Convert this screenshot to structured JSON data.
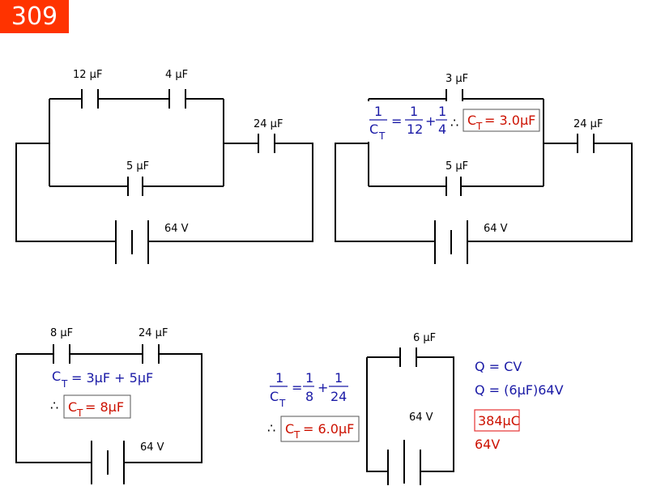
{
  "badge": "309",
  "diagram1": {
    "c1": "12 μF",
    "c2": "4 μF",
    "c3": "5 μF",
    "c4": "24 μF",
    "battery": "64 V"
  },
  "diagram2": {
    "c12": "3 μF",
    "c3": "5 μF",
    "c4": "24 μF",
    "battery": "64 V",
    "eq": {
      "lhs_num": "1",
      "lhs_den": "C",
      "lhs_sub": "T",
      "t1_num": "1",
      "t1_den": "12",
      "t2_num": "1",
      "t2_den": "4",
      "therefore": "∴",
      "result_main": "C",
      "result_sub": "T",
      "result_val": "= 3.0μF"
    }
  },
  "diagram3": {
    "c_a": "8 μF",
    "c_b": "24 μF",
    "battery": "64 V",
    "sum_main": "C",
    "sum_sub": "T",
    "sum_rest": "= 3μF + 5μF",
    "therefore": "∴",
    "result_main": "C",
    "result_sub": "T",
    "result_val": "= 8μF"
  },
  "diagram4": {
    "c": "6 μF",
    "battery": "64 V",
    "eq": {
      "lhs_num": "1",
      "lhs_den": "C",
      "lhs_sub": "T",
      "t1_num": "1",
      "t1_den": "8",
      "t2_num": "1",
      "t2_den": "24",
      "therefore": "∴",
      "result_main": "C",
      "result_sub": "T",
      "result_val": "= 6.0μF"
    },
    "charge": {
      "line1": "Q = CV",
      "line2": "Q = (6μF)64V",
      "answer": "384μC",
      "voltage": "64V"
    }
  },
  "colors": {
    "badge": "#ff3300",
    "blue": "#1a1aa6",
    "red": "#cc1100"
  }
}
